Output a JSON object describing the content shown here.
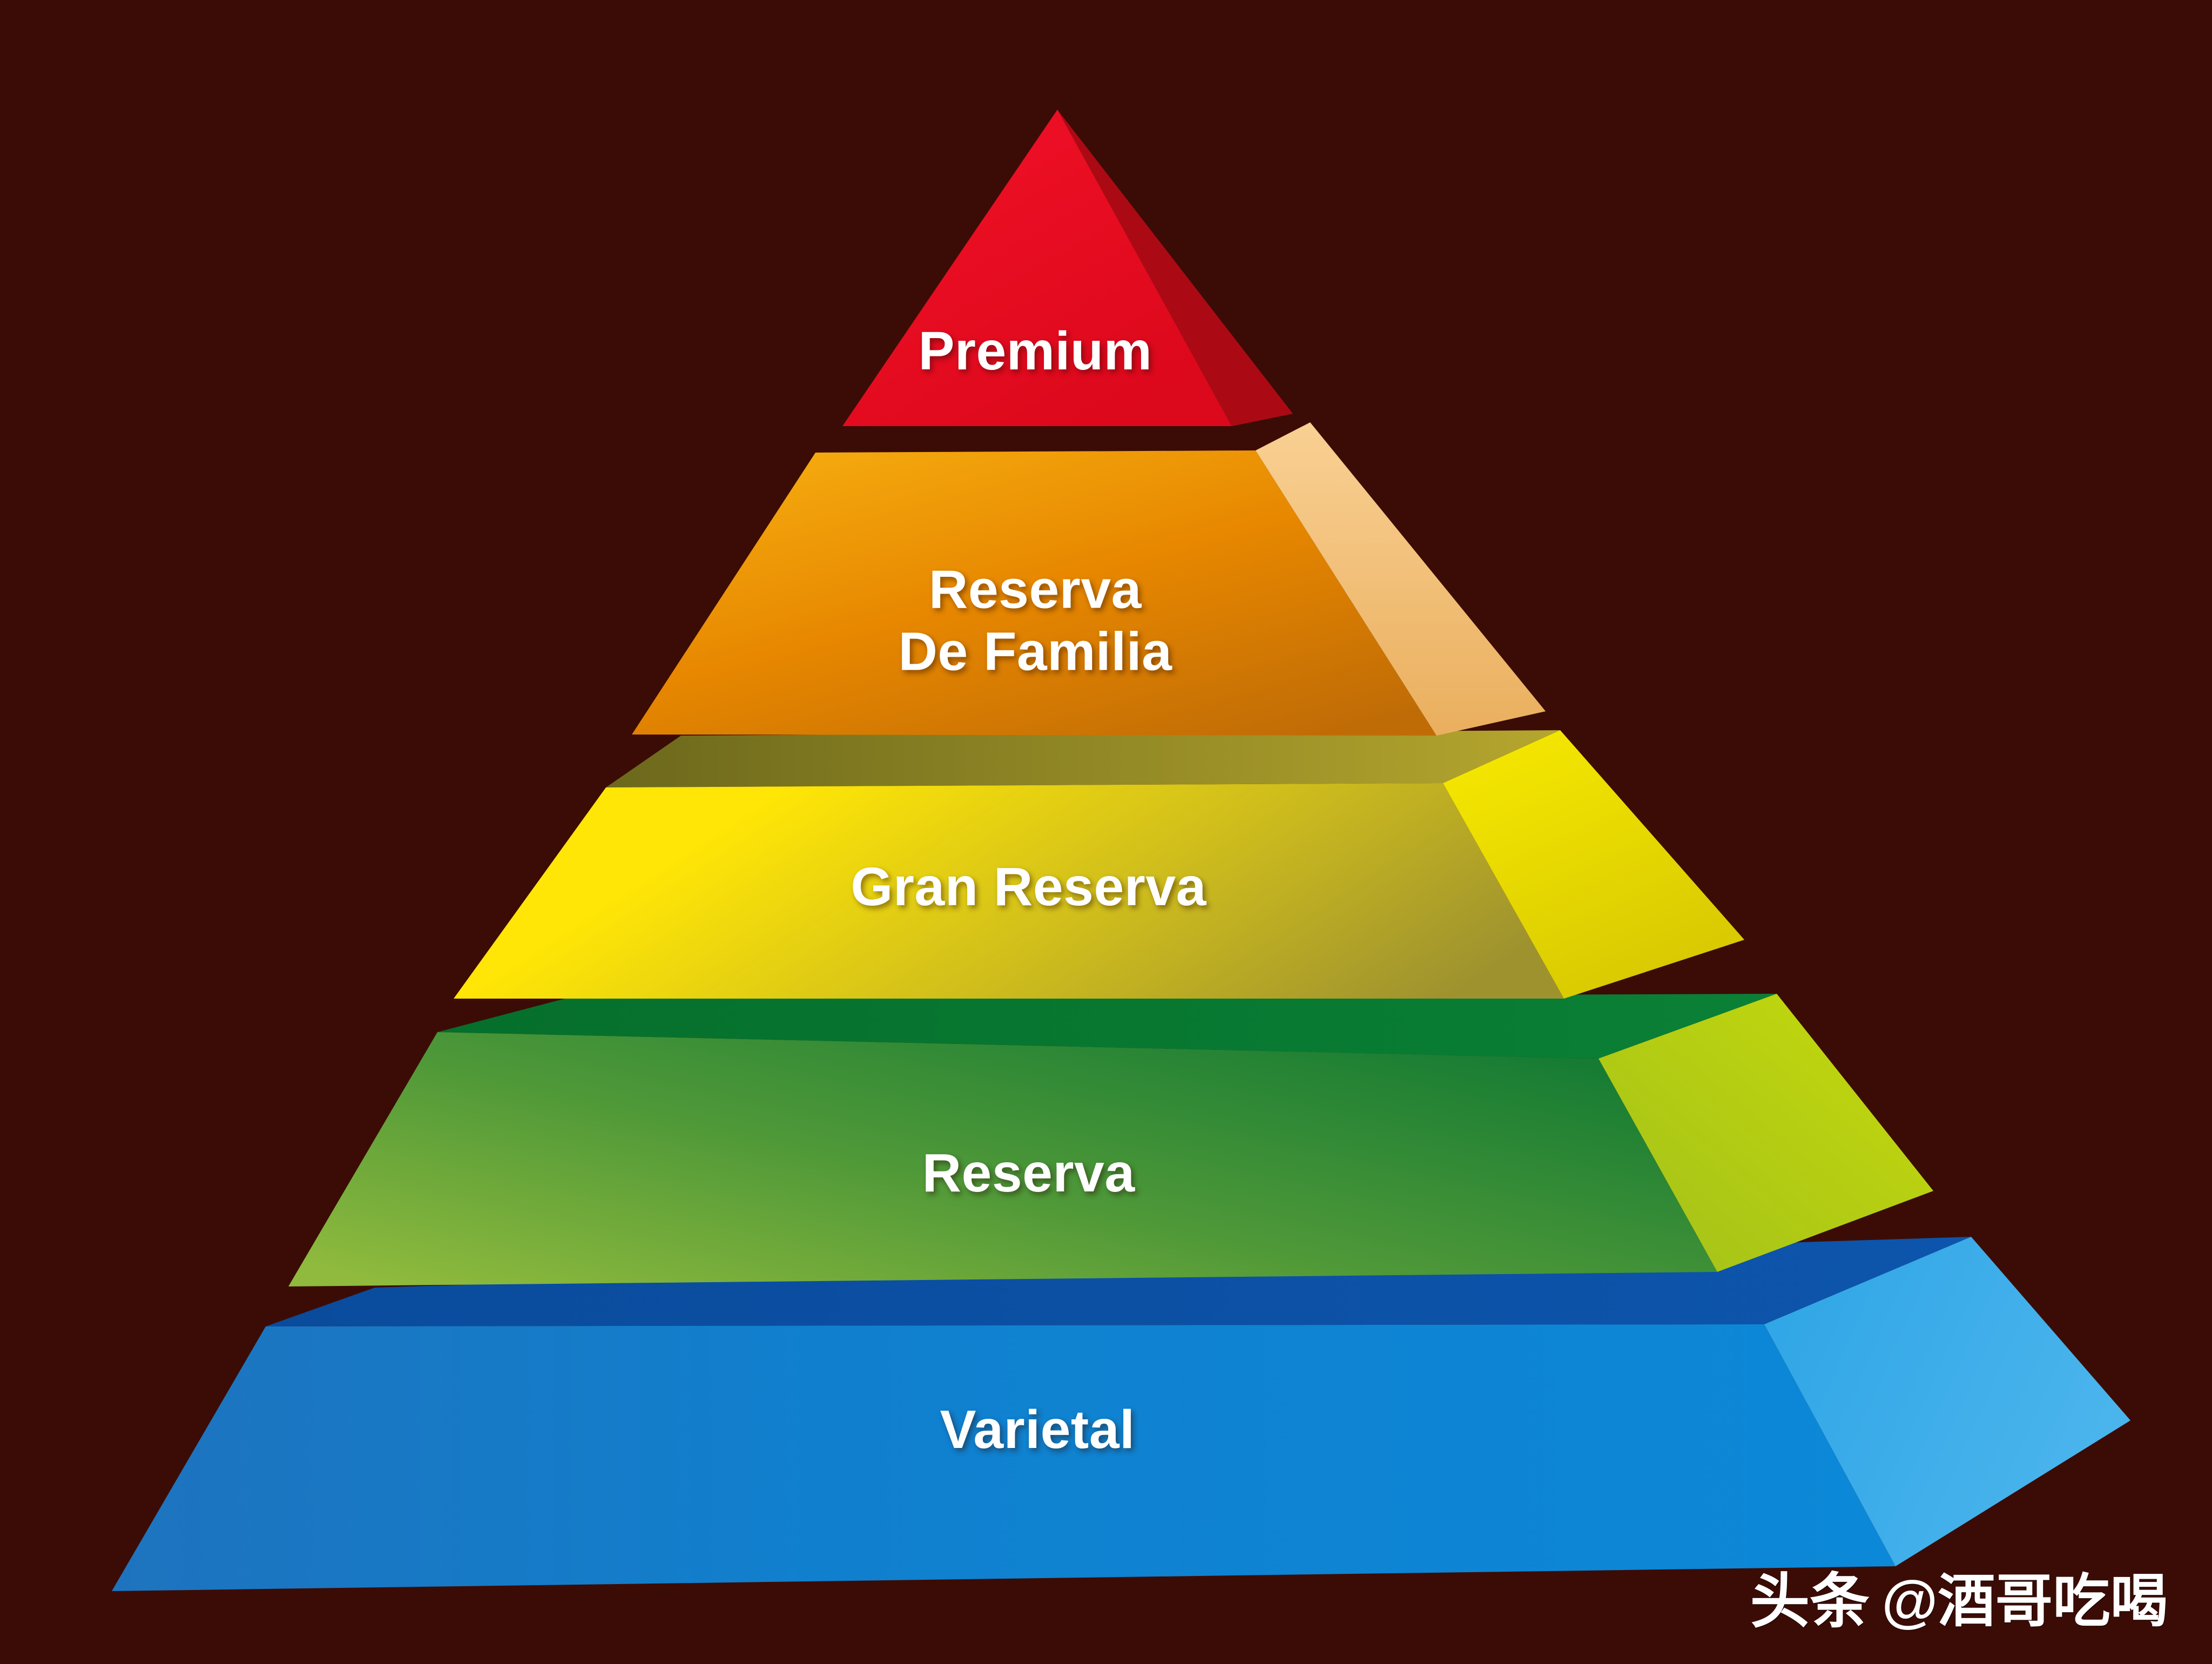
{
  "background_color": "#3B0C05",
  "text_color": "#FFFFFF",
  "diagram": {
    "type": "pyramid",
    "orientation": "3d-exploded, viewed from upper-left, right side faces visible",
    "levels": [
      {
        "id": "premium",
        "label": "Premium",
        "front_color": "#E80D20",
        "side_color": "#AB0A15"
      },
      {
        "id": "reserva-de-familia",
        "label": "Reserva",
        "label2": "De Familia",
        "front_color": "#E98700",
        "side_color": "#F6C884"
      },
      {
        "id": "gran-reserva",
        "label": "Gran Reserva",
        "front_color": "#FFE606",
        "side_color": "#F4E600",
        "top_color": "#8F8626"
      },
      {
        "id": "reserva",
        "label": "Reserva",
        "front_color": "#4F9A37",
        "side_color": "#BCD315",
        "top_color": "#077A31"
      },
      {
        "id": "varietal",
        "label": "Varietal",
        "front_color": "#1080CE",
        "side_color": "#33A9E9",
        "top_color": "#0A4FA3"
      }
    ]
  },
  "watermark": {
    "brand": "头条",
    "handle": "@酒哥吃喝"
  }
}
